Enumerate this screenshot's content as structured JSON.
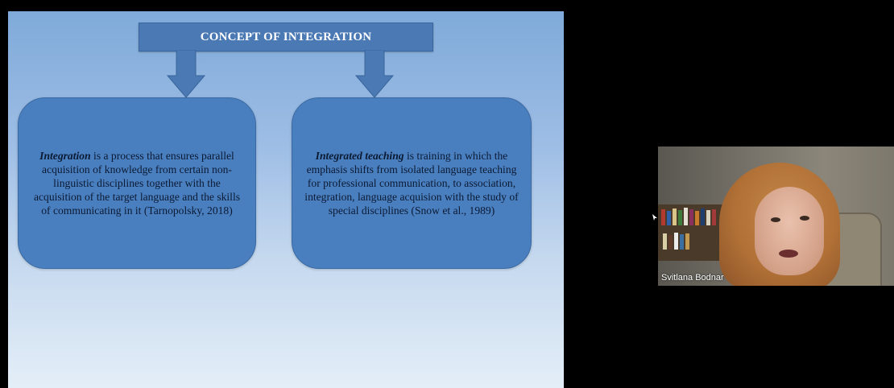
{
  "slide": {
    "title": "CONCEPT OF INTEGRATION",
    "left_box": {
      "term": "Integration",
      "text": " is a process that ensures parallel acquisition of knowledge from certain non-linguistic disciplines together with the acquisition of the target language and the skills of communicating in it (Tarnopolsky, 2018)"
    },
    "right_box": {
      "term": "Integrated teaching",
      "text": " is training in which the emphasis shifts from isolated language teaching for professional communication, to association, integration, language acquision with the study of special disciplines (Snow et al., 1989)"
    }
  },
  "participant": {
    "name": "Svitlana Bodnar"
  },
  "icons": [
    "arrow-down-icon",
    "cursor-icon"
  ],
  "colors": {
    "banner": "#4a79b4",
    "box": "#4a7fbf",
    "background": "#000000"
  }
}
